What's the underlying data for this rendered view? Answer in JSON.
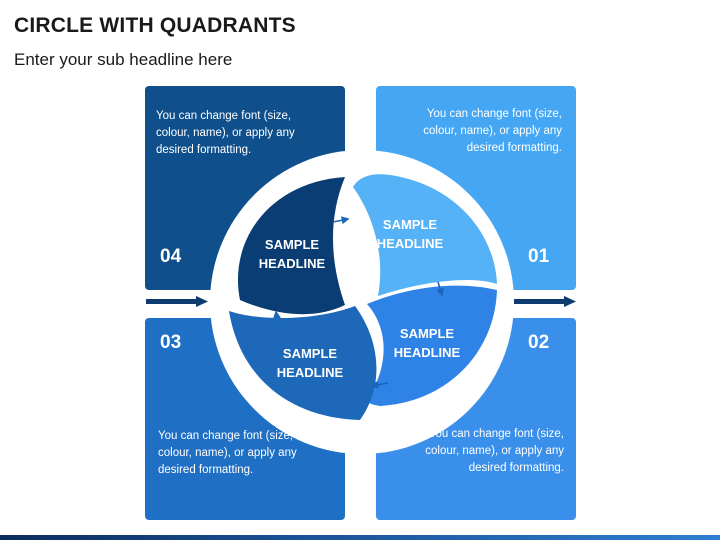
{
  "header": {
    "title": "CIRCLE WITH QUADRANTS",
    "subtitle": "Enter your sub headline here"
  },
  "colors": {
    "q1_box": "#45A7F4",
    "q1_petal": "#55B2F6",
    "q2_box": "#3A8FEA",
    "q2_petal": "#2F83E6",
    "q3_box": "#1F6FC4",
    "q3_petal": "#1D68B8",
    "q4_box": "#0E4F8C",
    "q4_petal": "#0A3D73",
    "arrow": "#0E3C70"
  },
  "quadrants": [
    {
      "number": "01",
      "headline_line1": "SAMPLE",
      "headline_line2": "HEADLINE",
      "text": "You can change font (size, colour, name), or apply any desired formatting."
    },
    {
      "number": "02",
      "headline_line1": "SAMPLE",
      "headline_line2": "HEADLINE",
      "text": "You can change font (size, colour, name), or apply any desired formatting."
    },
    {
      "number": "03",
      "headline_line1": "SAMPLE",
      "headline_line2": "HEADLINE",
      "text": "You can change font (size, colour, name), or apply any desired formatting."
    },
    {
      "number": "04",
      "headline_line1": "SAMPLE",
      "headline_line2": "HEADLINE",
      "text": "You can change font (size, colour, name), or apply any desired formatting."
    }
  ]
}
